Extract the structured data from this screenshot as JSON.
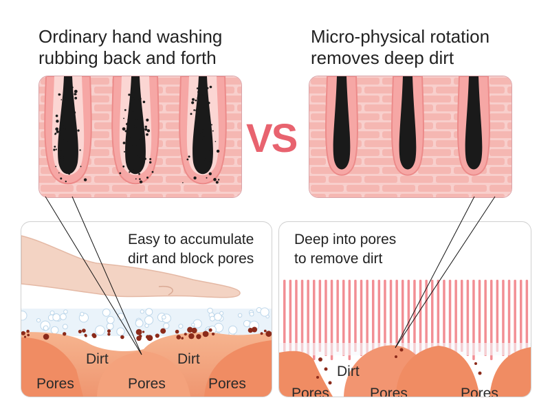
{
  "left": {
    "title": "Ordinary hand washing\nrubbing back and forth",
    "caption": "Easy to accumulate\ndirt and block pores",
    "labels": {
      "dirt_1": "Dirt",
      "dirt_2": "Dirt",
      "pores_1": "Pores",
      "pores_2": "Pores",
      "pores_3": "Pores"
    }
  },
  "right": {
    "title": "Micro-physical rotation\nremoves deep dirt",
    "caption": "Deep into pores\nto remove dirt",
    "labels": {
      "dirt_1": "Dirt",
      "pores_1": "Pores",
      "pores_2": "Pores",
      "pores_3": "Pores"
    }
  },
  "vs_text": "VS",
  "colors": {
    "accent": "#e8636f",
    "skin": "#f2a489",
    "pink": "#f6c6c3",
    "hair": "#1a1a1a",
    "dirt": "#8b2a1a"
  }
}
